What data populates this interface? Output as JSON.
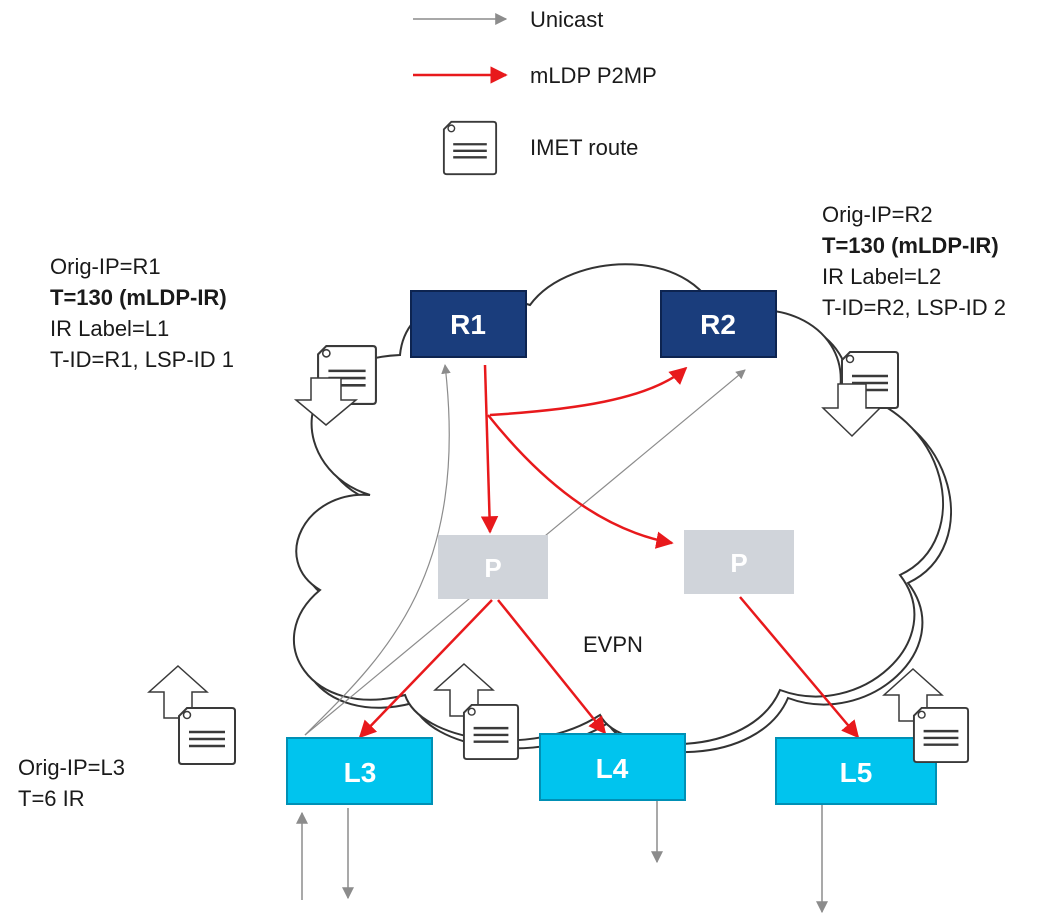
{
  "legend": {
    "unicast_label": "Unicast",
    "mldp_label": "mLDP P2MP",
    "imet_label": "IMET route"
  },
  "cloud_label": "EVPN",
  "nodes": {
    "r1": "R1",
    "r2": "R2",
    "p1": "P",
    "p2": "P",
    "l3": "L3",
    "l4": "L4",
    "l5": "L5"
  },
  "r1_info": {
    "line1": "Orig-IP=R1",
    "line2": "T=130 (mLDP-IR)",
    "line3": "IR Label=L1",
    "line4": "T-ID=R1, LSP-ID 1"
  },
  "r2_info": {
    "line1": "Orig-IP=R2",
    "line2": "T=130 (mLDP-IR)",
    "line3": "IR Label=L2",
    "line4": "T-ID=R2, LSP-ID 2"
  },
  "l3_info": {
    "line1": "Orig-IP=L3",
    "line2": "T=6 IR"
  },
  "colors": {
    "router_dark": "#1a3d7c",
    "leaf_cyan": "#00c4ee",
    "p_gray": "#d0d4da",
    "mldp_red": "#e8191c",
    "unicast_gray": "#8c8c8c"
  }
}
